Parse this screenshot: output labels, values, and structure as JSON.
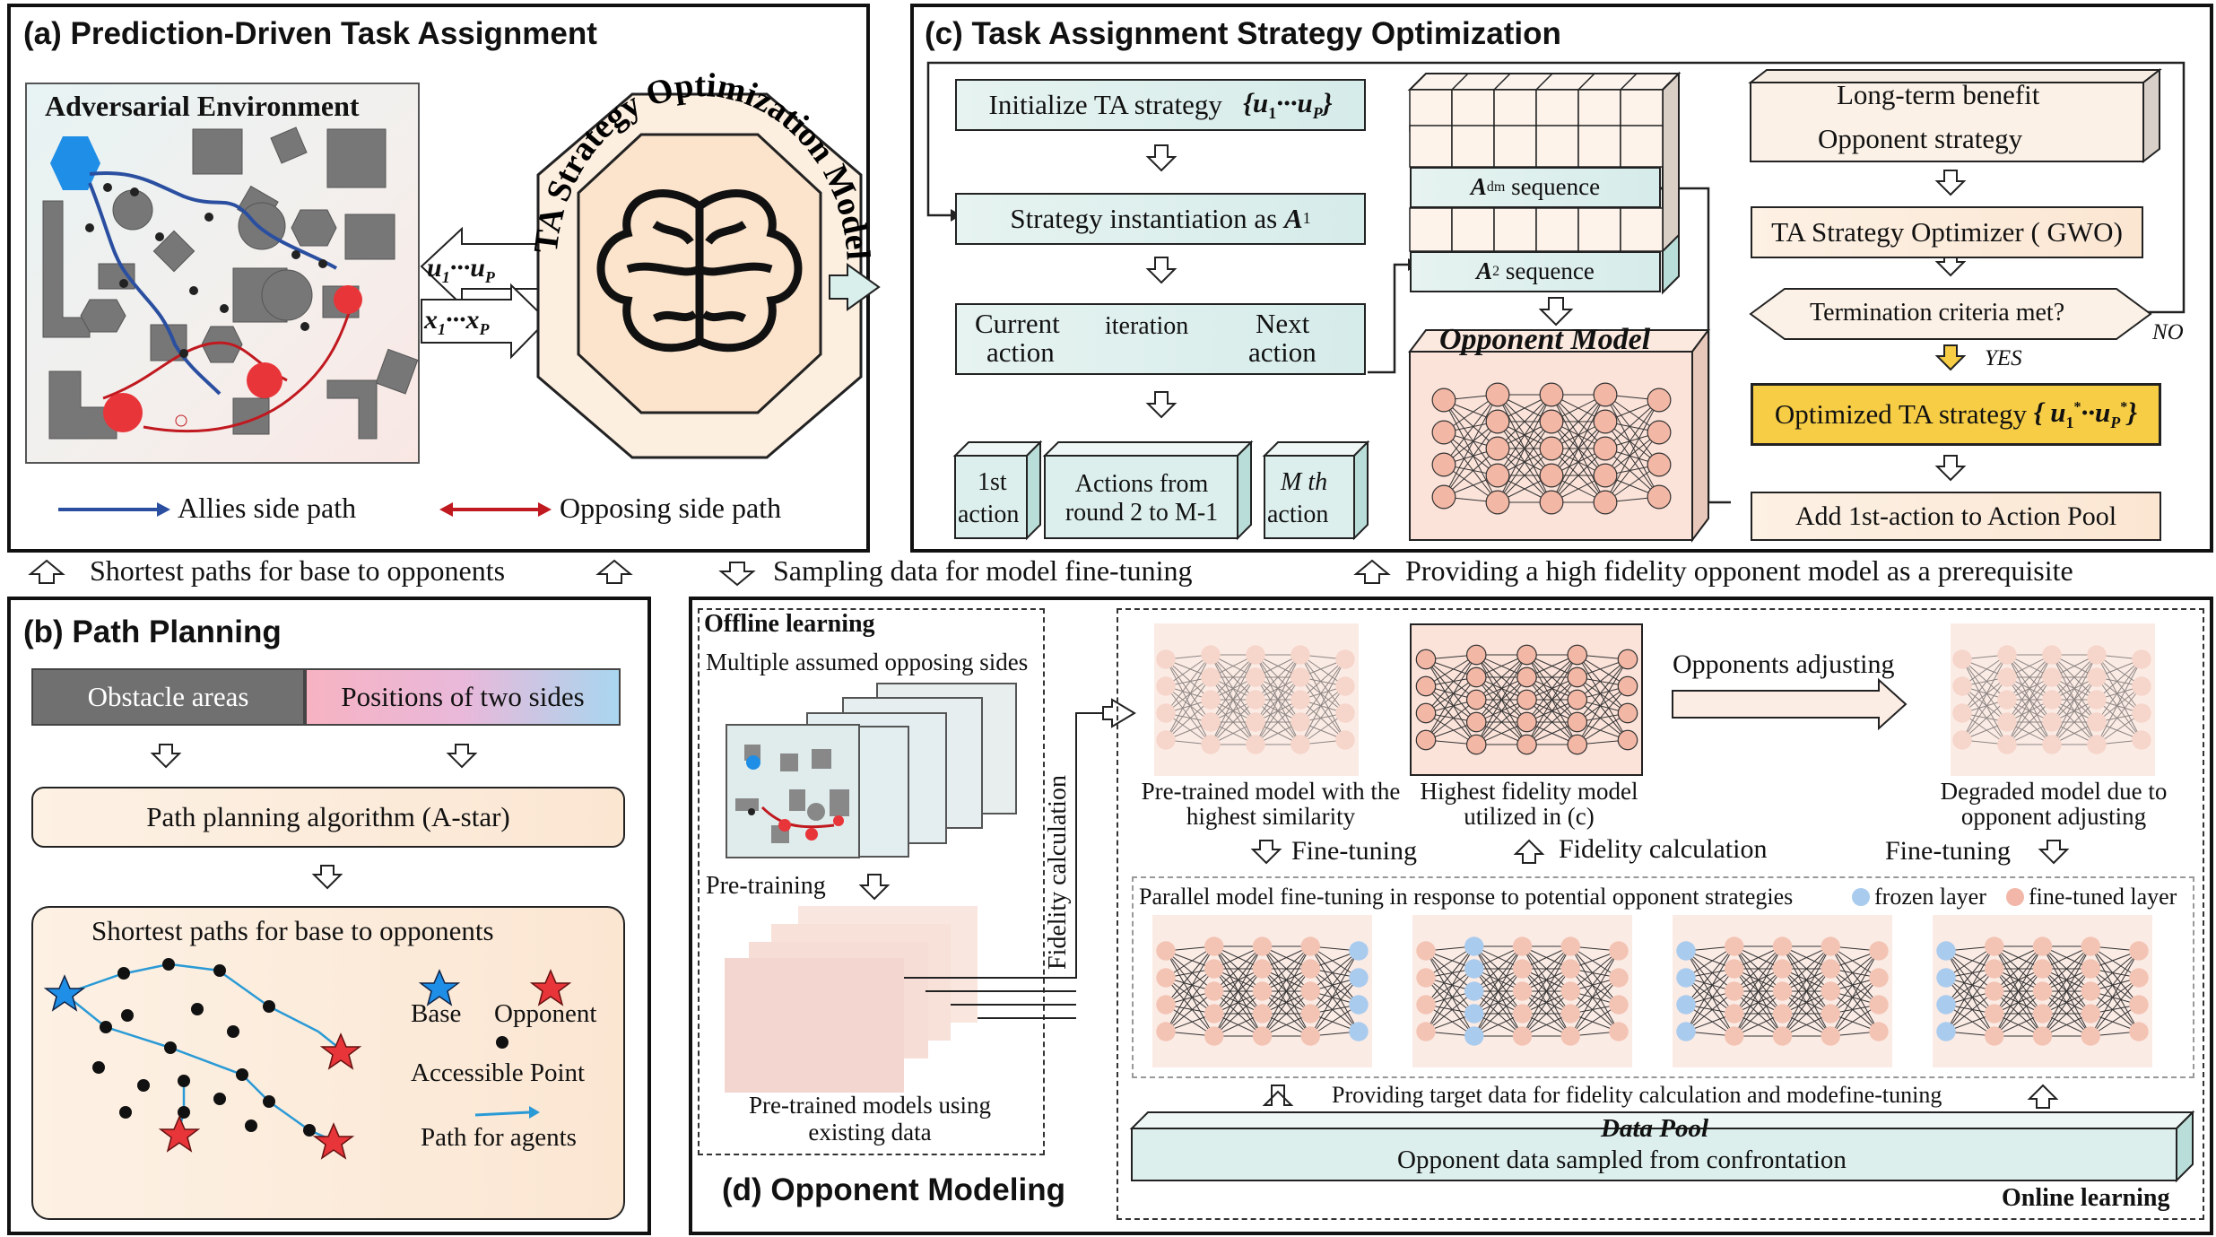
{
  "panel_a": {
    "title": "(a) Prediction-Driven Task Assignment",
    "env_title": "Adversarial Environment",
    "legend_allies": "Allies side path",
    "legend_opposing": "Opposing side path",
    "arrow_up_label": "u",
    "arrow_down_label": "x",
    "model_ring_label": "TA Strategy Optimization Model"
  },
  "between_ab": "Shortest paths for base to opponents",
  "between_cd_1": "Sampling data for model fine-tuning",
  "between_cd_2": "Providing a high fidelity opponent model as a prerequisite",
  "panel_b": {
    "title": "(b) Path Planning",
    "obstacle": "Obstacle areas",
    "positions": "Positions of two sides",
    "algorithm": "Path planning algorithm (A-star)",
    "shortest": "Shortest paths for base to opponents",
    "legend_base": "Base",
    "legend_opponent": "Opponent",
    "legend_point": "Accessible Point",
    "legend_path": "Path for agents"
  },
  "panel_c": {
    "title": "(c) Task Assignment Strategy Optimization",
    "init": "Initialize TA strategy",
    "instantiation": "Strategy instantiation as",
    "current": "Current",
    "action": "action",
    "iteration": "iteration",
    "next": "Next",
    "next_action": "action",
    "first": "1st",
    "first_action": "action",
    "middle": "Actions from round 2 to M-1",
    "mth": "M th",
    "mth_action": "action",
    "adm": "sequence",
    "a2": "sequence",
    "opponent_model": "Opponent Model",
    "long_term": "Long-term benefit",
    "opp_strategy": "Opponent strategy",
    "optimizer": "TA Strategy Optimizer ( GWO)",
    "termination": "Termination criteria met?",
    "no": "NO",
    "yes": "YES",
    "optimized": "Optimized TA strategy",
    "add": "Add 1st-action to Action Pool"
  },
  "panel_d": {
    "title": "(d) Opponent Modeling",
    "offline": "Offline learning",
    "multiple": "Multiple assumed opposing sides",
    "pretraining": "Pre-training",
    "pretrained_models": "Pre-trained models using existing data",
    "fidelity_vertical": "Fidelity calculation",
    "pretrained_sim": "Pre-trained model with the highest similarity",
    "highest": "Highest fidelity model utilized in (c)",
    "adjusting": "Opponents adjusting",
    "degraded": "Degraded model due to opponent adjusting",
    "finetuning1": "Fine-tuning",
    "fidelity_calc": "Fidelity calculation",
    "finetuning2": "Fine-tuning",
    "parallel": "Parallel model fine-tuning in response to potential opponent strategies",
    "frozen": "frozen layer",
    "finetuned": "fine-tuned layer",
    "providing": "Providing target data for fidelity calculation and modefine-tuning",
    "data_pool": "Data Pool",
    "data_pool_sub": "Opponent data sampled from confrontation",
    "online": "Online learning"
  },
  "colors": {
    "teal": "#d9efec",
    "peach": "#fbe7d3",
    "gold": "#f6cd45",
    "blue_path": "#2b4fa0",
    "red_path": "#c0191f",
    "hex_blue": "#1f8ee6",
    "frozen": "#a9cbee",
    "finetuned": "#f2b7a8"
  }
}
